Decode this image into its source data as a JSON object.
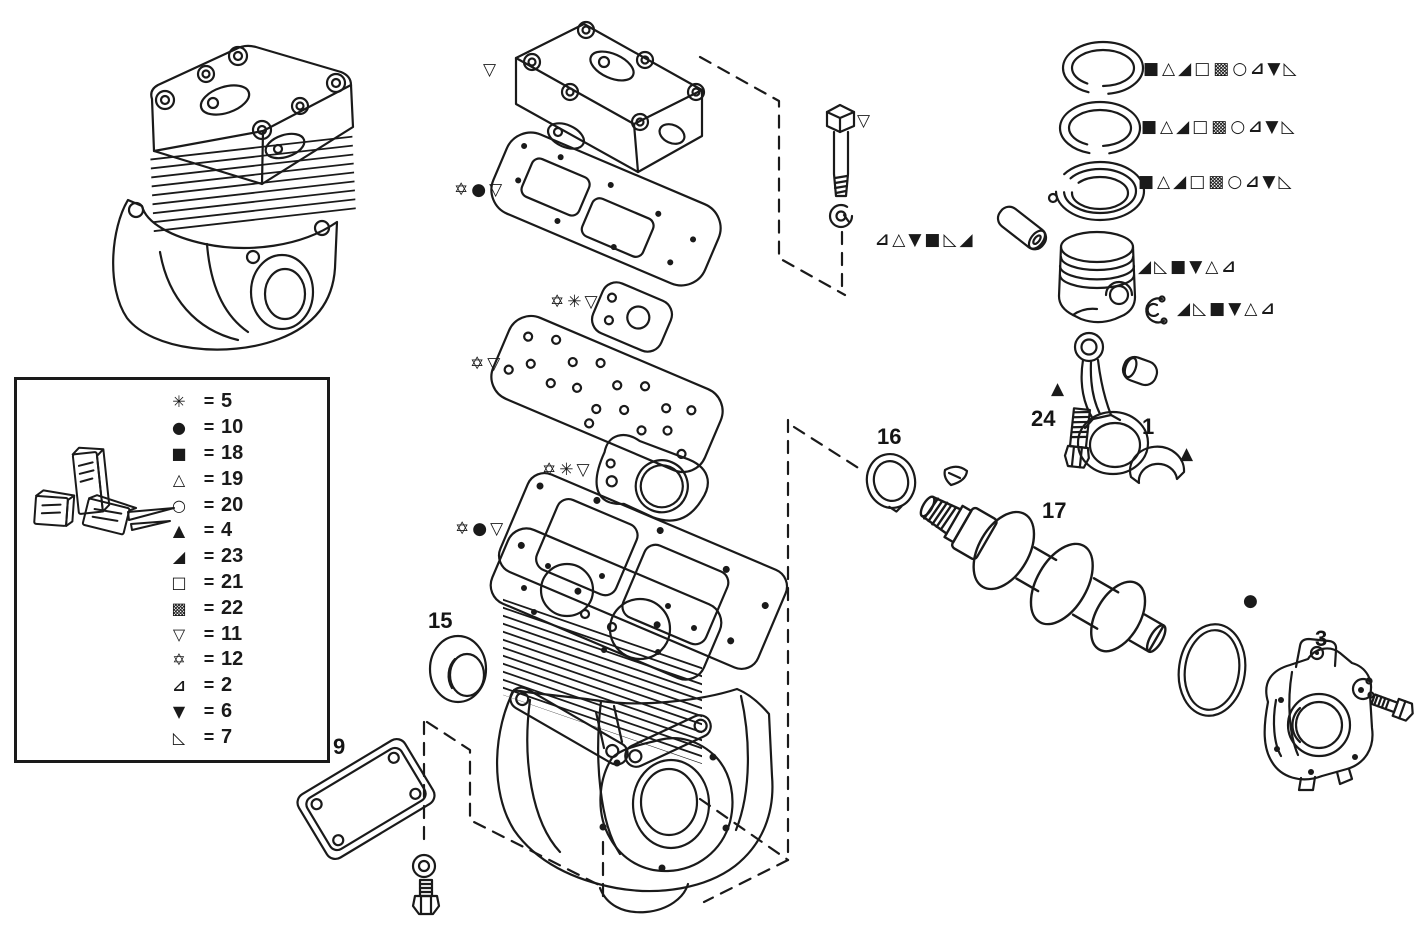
{
  "style": {
    "background": "#ffffff",
    "line_color": "#1a1a1a"
  },
  "legend": {
    "equals_sign": "=",
    "entries": [
      {
        "symbol": "✳",
        "code": "5"
      },
      {
        "symbol": "●",
        "code": "10"
      },
      {
        "symbol": "■",
        "code": "18"
      },
      {
        "symbol": "△",
        "code": "19"
      },
      {
        "symbol": "○",
        "code": "20"
      },
      {
        "symbol": "▲",
        "code": "4"
      },
      {
        "symbol": "◢",
        "code": "23"
      },
      {
        "symbol": "□",
        "code": "21"
      },
      {
        "symbol": "▩",
        "code": "22"
      },
      {
        "symbol": "▽",
        "code": "11"
      },
      {
        "symbol": "✡",
        "code": "12"
      },
      {
        "symbol": "⊿",
        "code": "2"
      },
      {
        "symbol": "▼",
        "code": "6"
      },
      {
        "symbol": "◺",
        "code": "7"
      }
    ]
  },
  "part_labels": [
    {
      "part": "bottom-cover-plate",
      "text": "9"
    },
    {
      "part": "liner-bushing",
      "text": "15"
    },
    {
      "part": "seal-ring",
      "text": "16"
    },
    {
      "part": "crankshaft",
      "text": "17"
    },
    {
      "part": "conrod-bolt",
      "text": "24"
    },
    {
      "part": "bearing-shell",
      "text": "1"
    },
    {
      "part": "end-cover",
      "text": "3"
    }
  ],
  "annotations": [
    {
      "part": "cylinder-head",
      "text": "▽"
    },
    {
      "part": "head-gasket",
      "text": "✡●▽"
    },
    {
      "part": "unloader-plate",
      "text": "✡✳▽"
    },
    {
      "part": "valve-plate",
      "text": "✡▽"
    },
    {
      "part": "valve-seat",
      "text": "✡✳▽"
    },
    {
      "part": "cylinder-gasket",
      "text": "✡●▽"
    },
    {
      "part": "head-bolt",
      "text": "▽"
    },
    {
      "part": "piston-pin",
      "text": "⊿△▼■◺◢"
    },
    {
      "part": "compression-ring-1",
      "text": "■△◢□▩○⊿▼◺"
    },
    {
      "part": "compression-ring-2",
      "text": "■△◢□▩○⊿▼◺"
    },
    {
      "part": "oil-ring",
      "text": "■△◢□▩○⊿▼◺"
    },
    {
      "part": "piston",
      "text": "◢◺■▼△⊿"
    },
    {
      "part": "piston-circlip",
      "text": "◢◺■▼△⊿"
    },
    {
      "part": "connecting-rod",
      "text": "▲"
    },
    {
      "part": "bearing-shell",
      "text": "▲"
    },
    {
      "part": "o-ring",
      "text": "●"
    }
  ]
}
